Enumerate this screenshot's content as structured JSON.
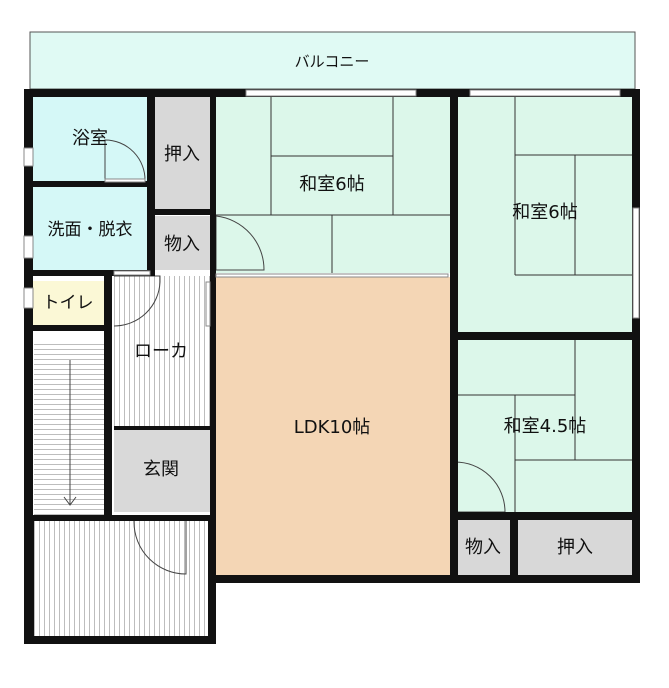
{
  "plan": {
    "rooms": {
      "balcony": "バルコニー",
      "bath": "浴室",
      "closet_top": "押入",
      "storage_mid": "物入",
      "washroom": "洗面・脱衣",
      "toilet": "トイレ",
      "corridor": "ローカ",
      "entrance": "玄関",
      "ldk": "LDK10帖",
      "washitsu_1": "和室6帖",
      "washitsu_2": "和室6帖",
      "washitsu_3": "和室4.5帖",
      "storage_bottom": "物入",
      "closet_bottom": "押入"
    },
    "colors": {
      "tatami": "#dcf7ea",
      "balcony": "#e0faf4",
      "wet_area": "#d5f8f7",
      "toilet": "#fbf8d6",
      "ldk": "#f4d6b5",
      "storage": "#d8d8d8",
      "entrance": "#d9d9d9",
      "wall": "#111111"
    }
  }
}
